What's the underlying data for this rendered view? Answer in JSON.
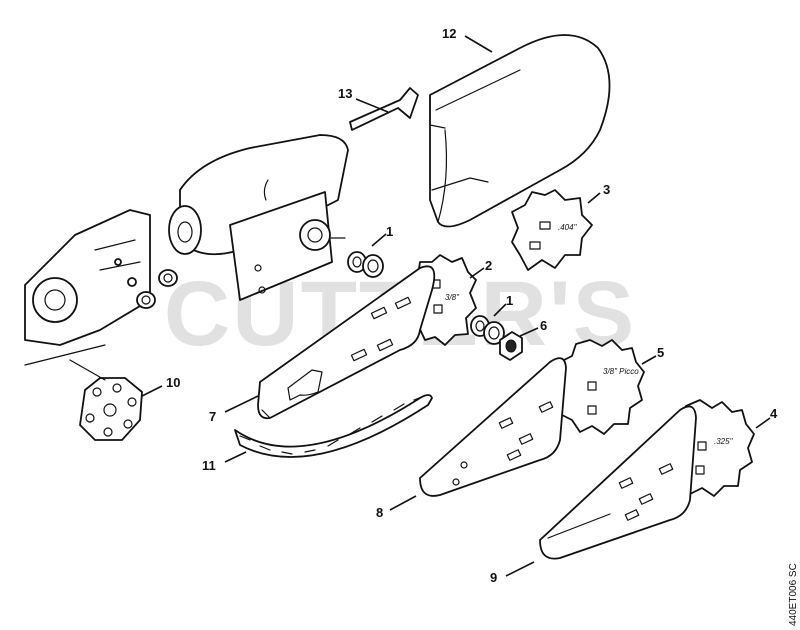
{
  "watermark": "CUTTER'S",
  "reference_code": "440ET006 SC",
  "sprocket_markings": {
    "part_3": ".404\"",
    "part_2": "3/8\"",
    "part_5": "3/8\" Picco",
    "part_4": ".325\""
  },
  "callouts": [
    {
      "id": "12",
      "label": "12"
    },
    {
      "id": "13",
      "label": "13"
    },
    {
      "id": "3",
      "label": "3"
    },
    {
      "id": "1a",
      "label": "1"
    },
    {
      "id": "2",
      "label": "2"
    },
    {
      "id": "1b",
      "label": "1"
    },
    {
      "id": "6",
      "label": "6"
    },
    {
      "id": "5",
      "label": "5"
    },
    {
      "id": "10",
      "label": "10"
    },
    {
      "id": "7",
      "label": "7"
    },
    {
      "id": "4",
      "label": "4"
    },
    {
      "id": "11",
      "label": "11"
    },
    {
      "id": "8",
      "label": "8"
    },
    {
      "id": "9",
      "label": "9"
    }
  ]
}
